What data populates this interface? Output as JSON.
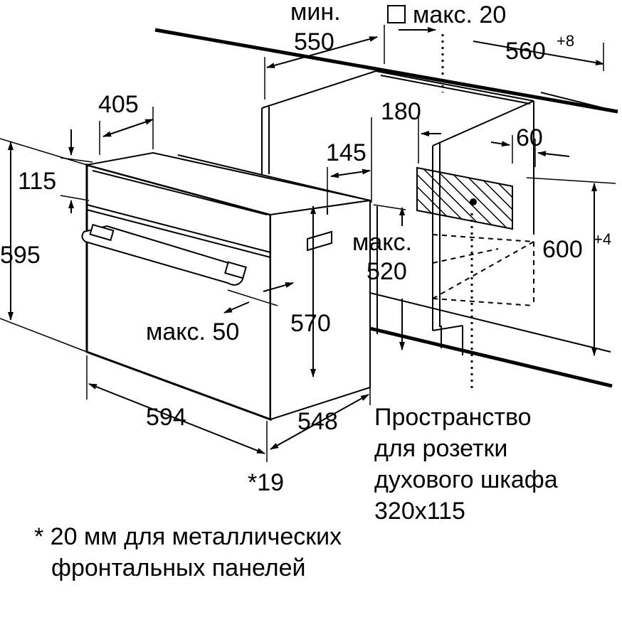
{
  "dimensions": {
    "min_label": "мин.",
    "d550": "550",
    "max20": "макс. 20",
    "d560": "560",
    "d560_sup": "+8",
    "d405": "405",
    "d180": "180",
    "d60": "60",
    "d145": "145",
    "d115": "115",
    "d595": "595",
    "d600": "600",
    "d600_sup": "+4",
    "max_label": "макс.",
    "d520": "520",
    "d570": "570",
    "max50": "макс. 50",
    "d594": "594",
    "d548": "548",
    "d19": "*19"
  },
  "socket_note": {
    "line1": "Пространство",
    "line2": "для розетки",
    "line3": "духового шкафа",
    "line4": "320x115"
  },
  "footnote": {
    "line1": "* 20 мм для металлических",
    "line2": "фронтальных панелей"
  }
}
